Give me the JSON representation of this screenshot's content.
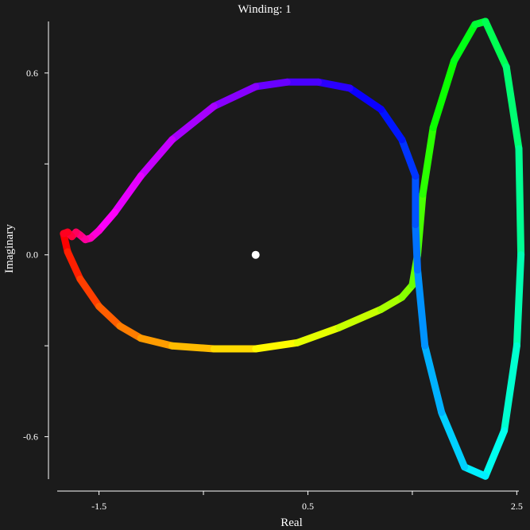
{
  "chart_data": {
    "type": "scatter",
    "title": "Winding: 1",
    "xlabel": "Real",
    "ylabel": "Imaginary",
    "xlim": [
      -1.9,
      2.52
    ],
    "ylim": [
      -0.74,
      0.77
    ],
    "xticks": [
      {
        "value": -1.5,
        "label": "-1.5"
      },
      {
        "value": -0.5,
        "label": ""
      },
      {
        "value": 0.5,
        "label": "0.5"
      },
      {
        "value": 1.5,
        "label": ""
      },
      {
        "value": 2.5,
        "label": "2.5"
      }
    ],
    "yticks": [
      {
        "value": -0.6,
        "label": "-0.6"
      },
      {
        "value": -0.3,
        "label": ""
      },
      {
        "value": 0.0,
        "label": "0.0"
      },
      {
        "value": 0.3,
        "label": ""
      },
      {
        "value": 0.6,
        "label": "0.6"
      }
    ],
    "grid": false,
    "marker": {
      "x": 0.0,
      "y": 0.0,
      "color": "#ffffff"
    },
    "curve_color_encoding": "hue by parameter (red → yellow → green → cyan → blue → magenta → red)",
    "series": [
      {
        "points": [
          [
            -1.84,
            0.07
          ],
          [
            -1.8,
            0.01
          ],
          [
            -1.68,
            -0.08
          ],
          [
            -1.5,
            -0.17
          ],
          [
            -1.3,
            -0.235
          ],
          [
            -1.1,
            -0.275
          ],
          [
            -0.8,
            -0.3
          ],
          [
            -0.4,
            -0.31
          ],
          [
            0.0,
            -0.31
          ],
          [
            0.4,
            -0.29
          ],
          [
            0.8,
            -0.24
          ],
          [
            1.2,
            -0.18
          ],
          [
            1.4,
            -0.14
          ],
          [
            1.5,
            -0.1
          ],
          [
            1.55,
            0.0
          ],
          [
            1.6,
            0.2
          ],
          [
            1.7,
            0.42
          ],
          [
            1.9,
            0.64
          ],
          [
            2.1,
            0.76
          ],
          [
            2.2,
            0.77
          ],
          [
            2.4,
            0.62
          ],
          [
            2.52,
            0.35
          ],
          [
            2.54,
            0.0
          ],
          [
            2.5,
            -0.3
          ],
          [
            2.38,
            -0.58
          ],
          [
            2.2,
            -0.73
          ],
          [
            2.0,
            -0.7
          ],
          [
            1.78,
            -0.52
          ],
          [
            1.62,
            -0.3
          ],
          [
            1.55,
            -0.05
          ],
          [
            1.53,
            0.1
          ],
          [
            1.53,
            0.26
          ],
          [
            1.4,
            0.38
          ],
          [
            1.2,
            0.48
          ],
          [
            0.9,
            0.55
          ],
          [
            0.6,
            0.57
          ],
          [
            0.3,
            0.57
          ],
          [
            0.0,
            0.555
          ],
          [
            -0.4,
            0.49
          ],
          [
            -0.8,
            0.38
          ],
          [
            -1.1,
            0.26
          ],
          [
            -1.35,
            0.14
          ],
          [
            -1.5,
            0.08
          ],
          [
            -1.58,
            0.055
          ],
          [
            -1.63,
            0.05
          ],
          [
            -1.68,
            0.065
          ],
          [
            -1.72,
            0.075
          ],
          [
            -1.76,
            0.06
          ],
          [
            -1.8,
            0.075
          ],
          [
            -1.84,
            0.07
          ]
        ]
      }
    ]
  }
}
